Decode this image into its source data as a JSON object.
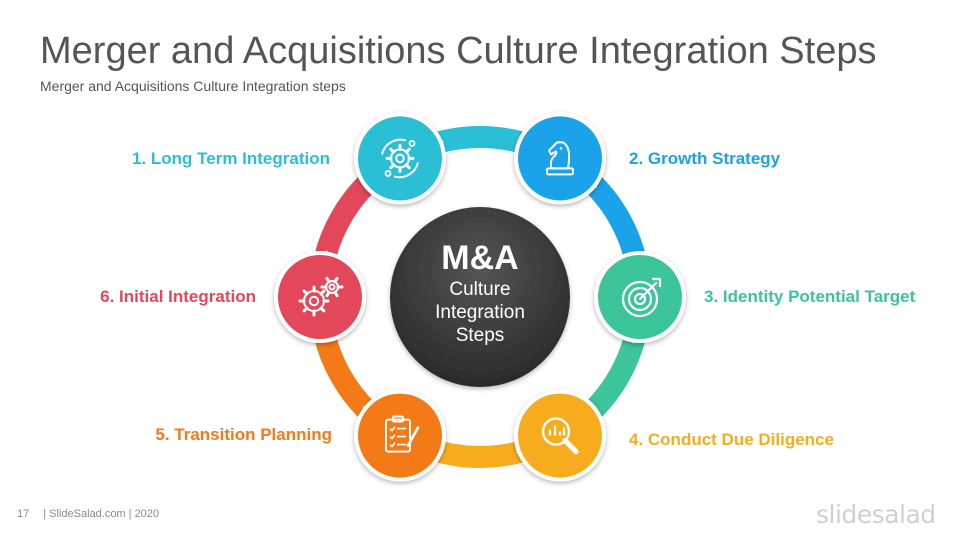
{
  "header": {
    "title": "Merger and Acquisitions Culture Integration Steps",
    "subtitle": "Merger and Acquisitions Culture Integration steps"
  },
  "center": {
    "main": "M&A",
    "line1": "Culture",
    "line2": "Integration",
    "line3": "Steps"
  },
  "steps": [
    {
      "label": "1. Long Term Integration",
      "color": "#2bbfd6",
      "icon": "gear-cycle-icon"
    },
    {
      "label": "2. Growth Strategy",
      "color": "#1aa3e8",
      "icon": "chess-knight-icon"
    },
    {
      "label": "3. Identity Potential Target",
      "color": "#3cc49b",
      "icon": "target-arrow-icon"
    },
    {
      "label": "4. Conduct Due Diligence",
      "color": "#f7ac1e",
      "icon": "magnifier-chart-icon"
    },
    {
      "label": "5. Transition Planning",
      "color": "#f47a17",
      "icon": "clipboard-checklist-icon"
    },
    {
      "label": "6. Initial Integration",
      "color": "#e2485a",
      "icon": "gears-icon"
    }
  ],
  "footer": {
    "page": "17",
    "text": "| SlideSalad.com | 2020"
  },
  "brand": "slidesalad"
}
